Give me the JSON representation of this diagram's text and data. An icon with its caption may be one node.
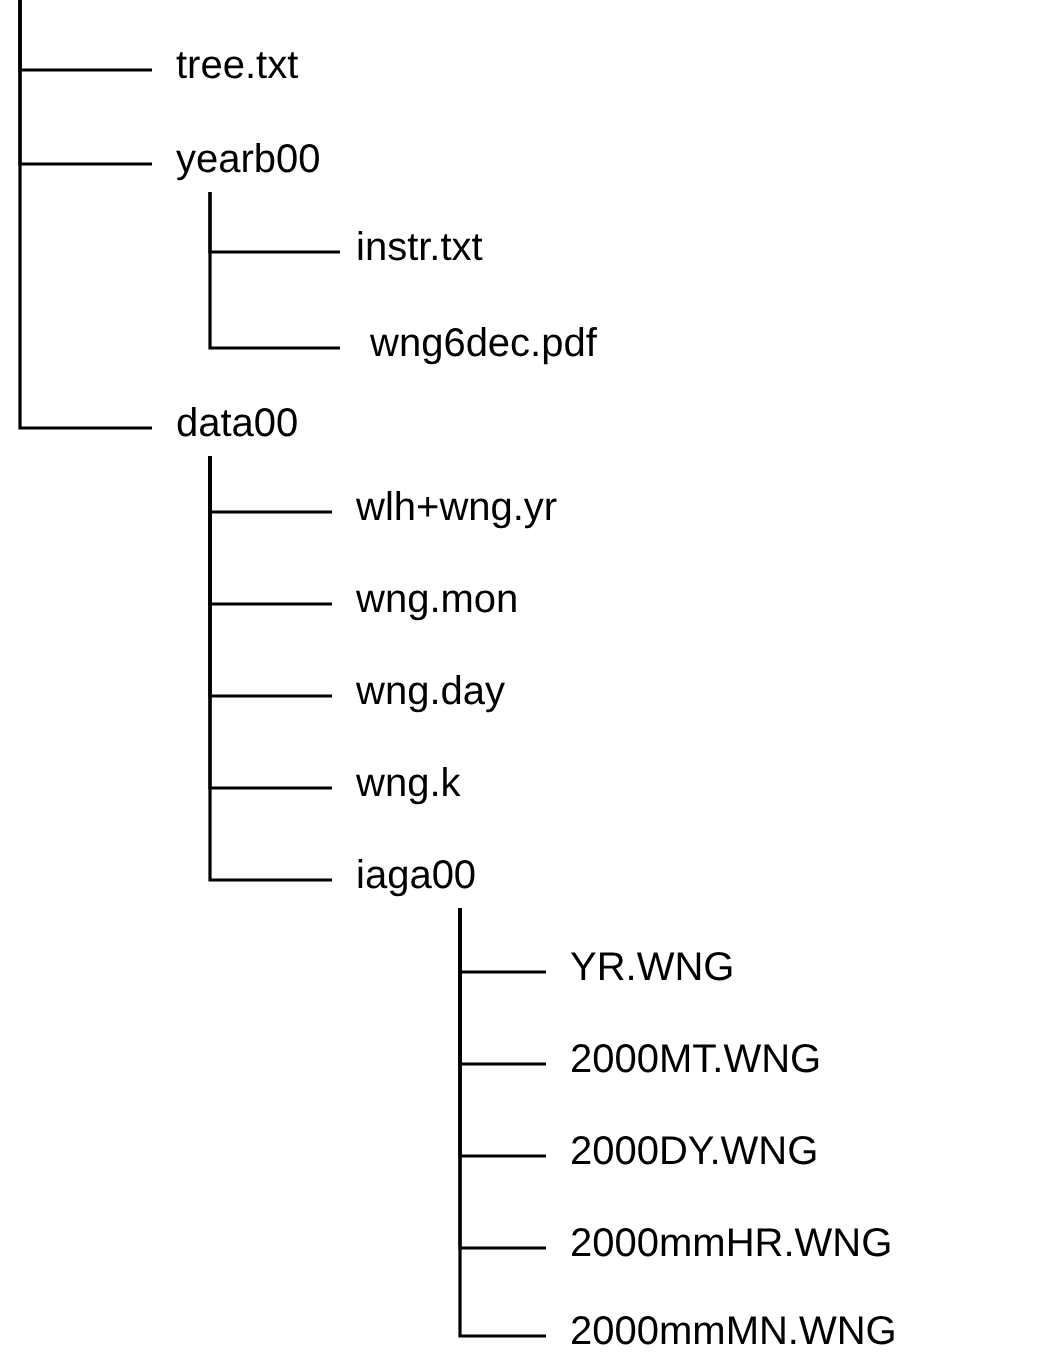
{
  "diagram": {
    "nodes": [
      {
        "text": [
          "tree.txt"
        ]
      },
      {
        "text": [
          "yearb00"
        ]
      },
      {
        "text": [
          "instr.txt"
        ]
      },
      {
        "text": [
          "wng6dec.pdf"
        ]
      },
      {
        "text": [
          "data00"
        ]
      },
      {
        "text": [
          "wlh+wng.yr"
        ]
      },
      {
        "text": [
          "wng.mon"
        ]
      },
      {
        "text": [
          "wng.day"
        ]
      },
      {
        "text": [
          "wng.k"
        ]
      },
      {
        "text": [
          "iaga00"
        ]
      },
      {
        "text": [
          "YR.WNG"
        ]
      },
      {
        "text": [
          "2000MT.WNG"
        ]
      },
      {
        "text": [
          "2000DY.WNG"
        ]
      },
      {
        "text": [
          "2000mmHR.WNG"
        ]
      },
      {
        "text": [
          "2000mmMN.WNG"
        ]
      }
    ],
    "edges": [
      {
        "from": null,
        "to": 0,
        "arrow": "none"
      },
      {
        "from": null,
        "to": 1,
        "arrow": "none"
      },
      {
        "from": null,
        "to": 4,
        "arrow": "none"
      },
      {
        "from": 1,
        "to": 2,
        "arrow": "none"
      },
      {
        "from": 1,
        "to": 3,
        "arrow": "none"
      },
      {
        "from": 4,
        "to": 5,
        "arrow": "none"
      },
      {
        "from": 4,
        "to": 6,
        "arrow": "none"
      },
      {
        "from": 4,
        "to": 7,
        "arrow": "none"
      },
      {
        "from": 4,
        "to": 8,
        "arrow": "none"
      },
      {
        "from": 4,
        "to": 9,
        "arrow": "none"
      },
      {
        "from": 9,
        "to": 10,
        "arrow": "none"
      },
      {
        "from": 9,
        "to": 11,
        "arrow": "none"
      },
      {
        "from": 9,
        "to": 12,
        "arrow": "none"
      },
      {
        "from": 9,
        "to": 13,
        "arrow": "none"
      },
      {
        "from": 9,
        "to": 14,
        "arrow": "none"
      }
    ]
  }
}
